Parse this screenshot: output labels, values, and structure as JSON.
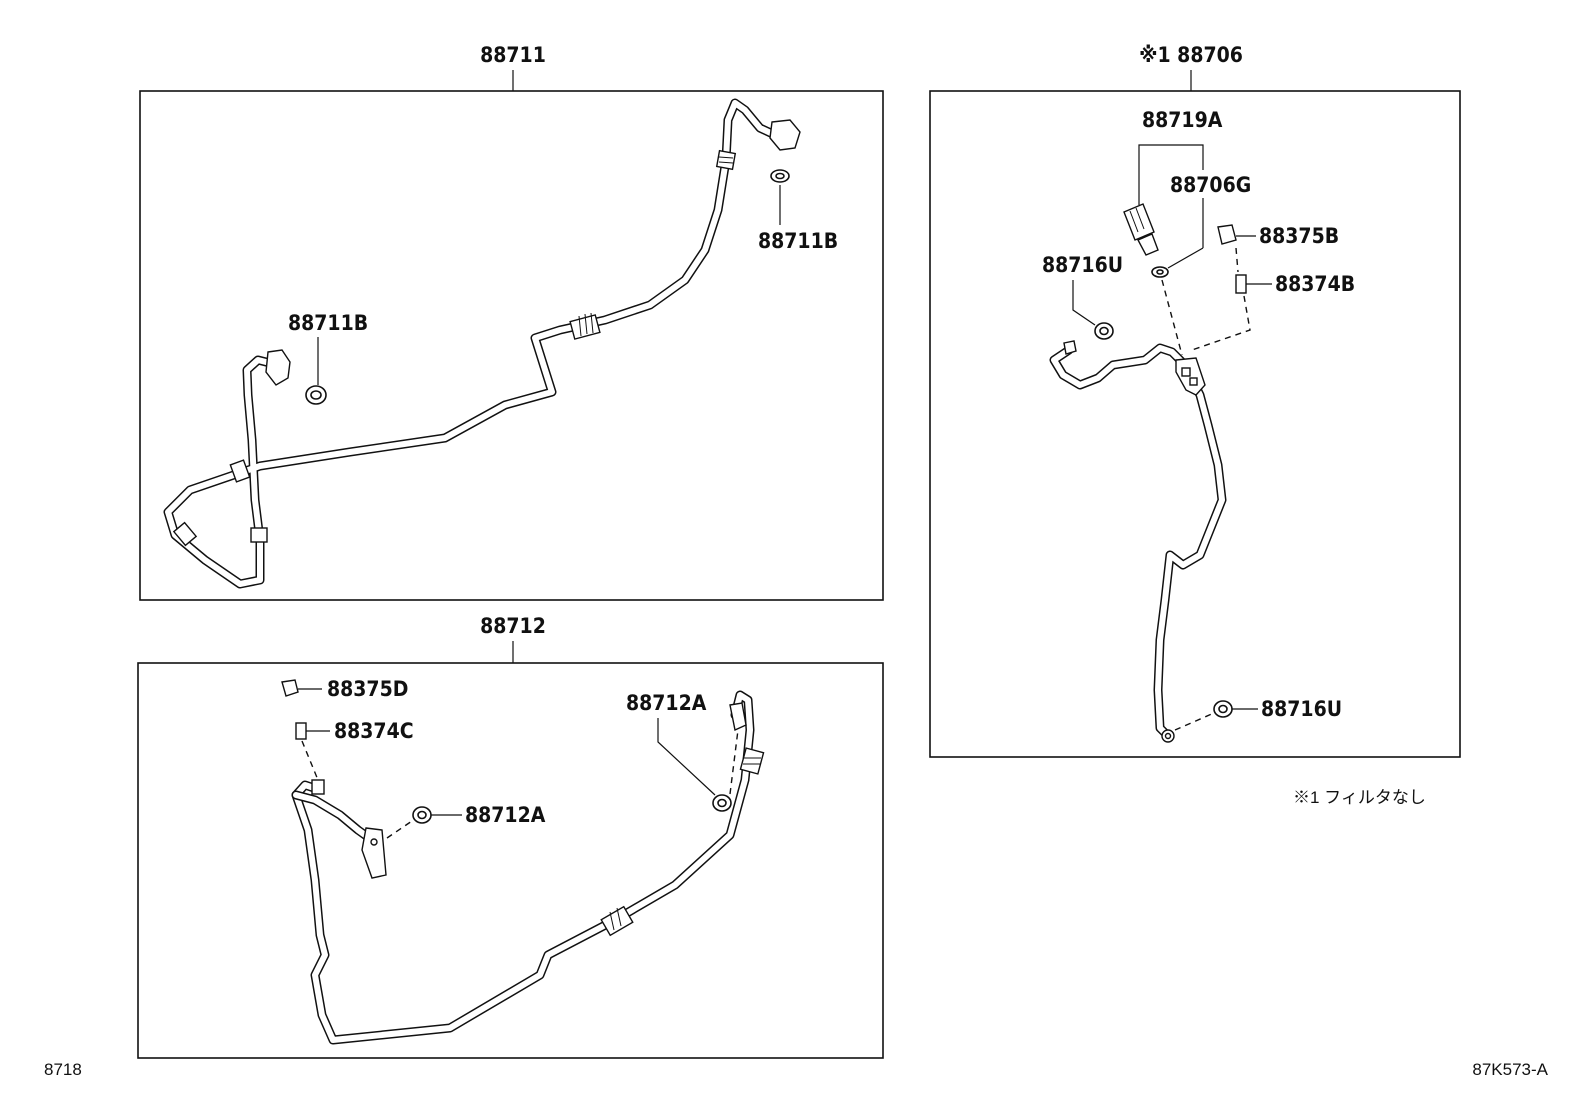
{
  "diagram": {
    "groups": [
      {
        "id": "88711",
        "label": "88711",
        "parts": [
          {
            "label": "88711B"
          },
          {
            "label": "88711B"
          }
        ]
      },
      {
        "id": "88712",
        "label": "88712",
        "parts": [
          {
            "label": "88375D"
          },
          {
            "label": "88374C"
          },
          {
            "label": "88712A"
          },
          {
            "label": "88712A"
          }
        ]
      },
      {
        "id": "88706",
        "label": "※1 88706",
        "parts": [
          {
            "label": "88719A"
          },
          {
            "label": "88706G"
          },
          {
            "label": "88375B"
          },
          {
            "label": "88374B"
          },
          {
            "label": "88716U"
          },
          {
            "label": "88716U"
          }
        ]
      }
    ],
    "footnote": "※1  フィルタなし",
    "page_code_left": "8718",
    "page_code_right": "87K573-A"
  }
}
